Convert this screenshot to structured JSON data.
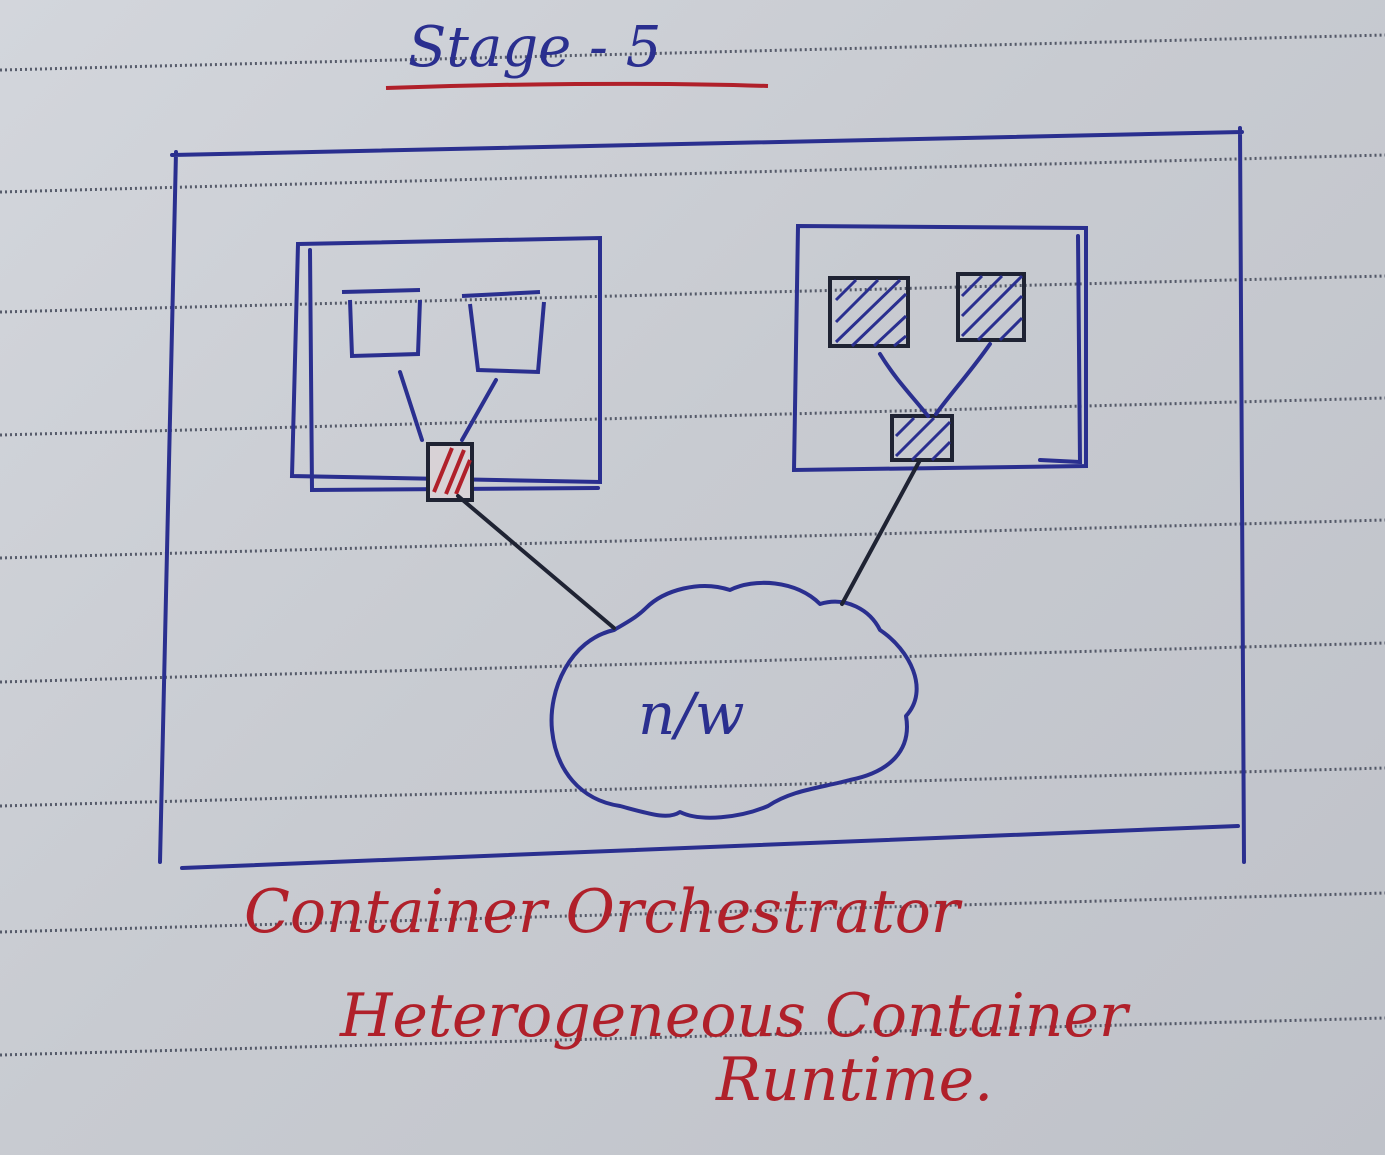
{
  "diagram": {
    "title": "Stage - 5",
    "network_label": "n/w",
    "caption": {
      "line1": "Container Orchestrator",
      "line2": "Heterogeneous Container",
      "line3": "Runtime."
    }
  },
  "colors": {
    "paper": "#c9ccd2",
    "ruling": "#2e3446",
    "ink_blue": "#2a2f8f",
    "ink_red": "#b0202a",
    "ink_dark": "#1f2333"
  }
}
